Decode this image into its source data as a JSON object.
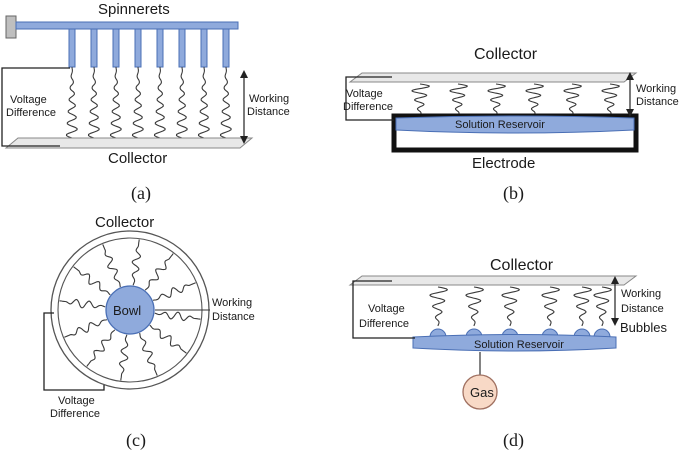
{
  "panel_a": {
    "title": "Spinnerets",
    "left_label": [
      "Voltage",
      "Difference"
    ],
    "right_label": [
      "Working",
      "Distance"
    ],
    "collector": "Collector",
    "caption": "(a)"
  },
  "panel_b": {
    "title": "Collector",
    "left_label": [
      "Voltage",
      "Difference"
    ],
    "right_label": [
      "Working",
      "Distance"
    ],
    "reservoir": "Solution Reservoir",
    "electrode": "Electrode",
    "caption": "(b)"
  },
  "panel_c": {
    "title": "Collector",
    "bowl": "Bowl",
    "right_label": [
      "Working",
      "Distance"
    ],
    "bottom_label": [
      "Voltage",
      "Difference"
    ],
    "caption": "(c)"
  },
  "panel_d": {
    "title": "Collector",
    "left_label": [
      "Voltage",
      "Difference"
    ],
    "right_label": [
      "Working",
      "Distance"
    ],
    "bubbles": "Bubbles",
    "reservoir": "Solution Reservoir",
    "gas": "Gas",
    "caption": "(d)"
  },
  "colors": {
    "fill_blue": "#8faadc",
    "edge_blue": "#4a6fb5",
    "gas_fill": "#f8d9c6",
    "collector_gray": "#e8e8e8"
  }
}
